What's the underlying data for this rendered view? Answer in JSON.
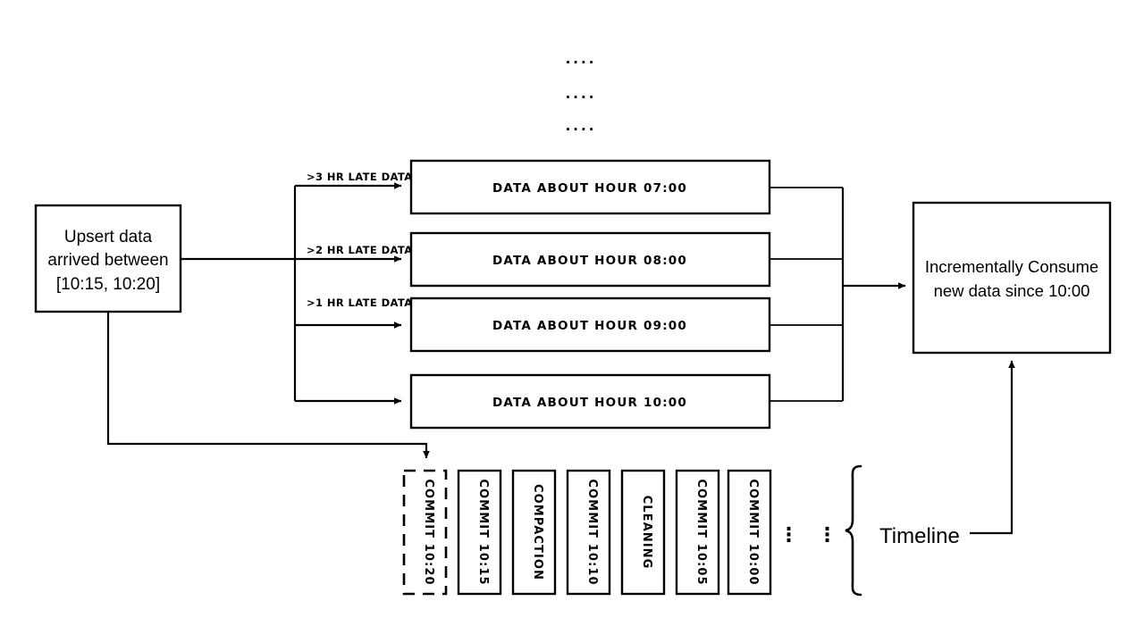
{
  "diagram": {
    "title": "Incremental data consumption with late-arriving data and commit timeline",
    "colors": {
      "stroke": "#000000",
      "fill": "#ffffff",
      "background": "#ffffff"
    },
    "source_box": {
      "line1": "Upsert data",
      "line2": "arrived between",
      "line3": "[10:15, 10:20]"
    },
    "sink_box": {
      "line1": "Incrementally Consume",
      "line2": "new data since 10:00"
    },
    "edge_labels": [
      {
        "text": ">3 HR LATE DATA"
      },
      {
        "text": ">2 HR LATE DATA"
      },
      {
        "text": ">1 HR LATE DATA"
      }
    ],
    "partitions": [
      {
        "label": "DATA ABOUT HOUR 07:00"
      },
      {
        "label": "DATA ABOUT HOUR 08:00"
      },
      {
        "label": "DATA ABOUT HOUR 09:00"
      },
      {
        "label": "DATA ABOUT HOUR 10:00"
      }
    ],
    "vertical_ellipsis_top": [
      {
        "text": "...."
      },
      {
        "text": "...."
      },
      {
        "text": "...."
      }
    ],
    "timeline": {
      "label": "Timeline",
      "instants": [
        {
          "label": "COMMIT 10:20",
          "style": "dashed"
        },
        {
          "label": "COMMIT 10:15",
          "style": "solid"
        },
        {
          "label": "COMPACTION",
          "style": "solid"
        },
        {
          "label": "COMMIT 10:10",
          "style": "solid"
        },
        {
          "label": "CLEANING",
          "style": "solid"
        },
        {
          "label": "COMMIT 10:05",
          "style": "solid"
        },
        {
          "label": "COMMIT 10:00",
          "style": "solid"
        }
      ],
      "ellipsis": [
        {
          "text": "⋮"
        },
        {
          "text": "⋮"
        }
      ]
    }
  }
}
